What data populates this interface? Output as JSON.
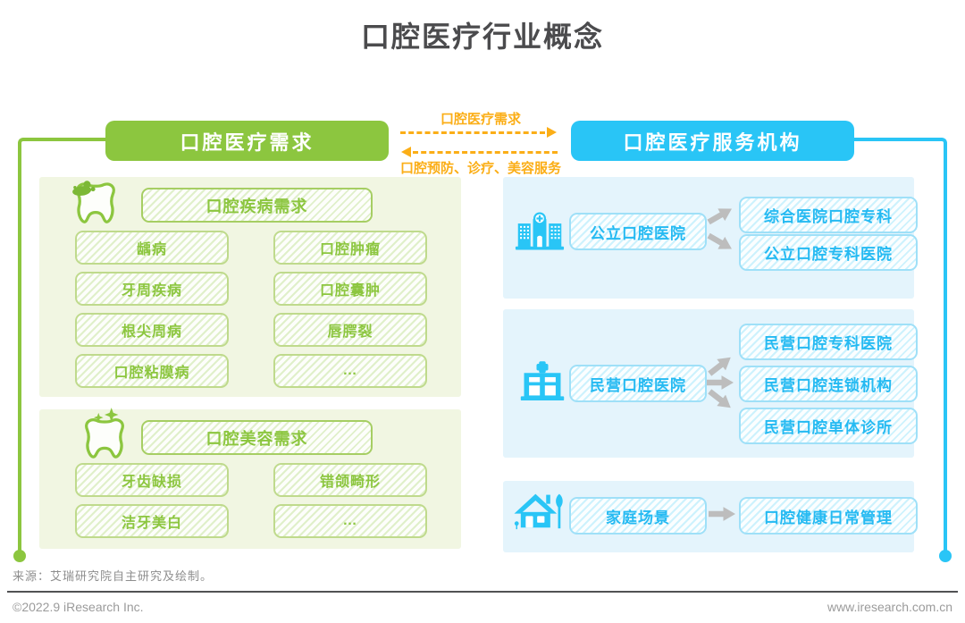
{
  "title": "口腔医疗行业概念",
  "flow": {
    "left_header": "口腔医疗需求",
    "right_header": "口腔医疗服务机构",
    "arrow_top_label": "口腔医疗需求",
    "arrow_bottom_label": "口腔预防、诊疗、美容服务"
  },
  "demand_sections": [
    {
      "title": "口腔疾病需求",
      "icon": "tooth-decay-icon",
      "items": [
        "龋病",
        "口腔肿瘤",
        "牙周疾病",
        "口腔囊肿",
        "根尖周病",
        "唇腭裂",
        "口腔粘膜病",
        "…"
      ]
    },
    {
      "title": "口腔美容需求",
      "icon": "tooth-sparkle-icon",
      "items": [
        "牙齿缺损",
        "错颌畸形",
        "洁牙美白",
        "…"
      ]
    }
  ],
  "provider_sections": [
    {
      "source": "公立口腔医院",
      "icon": "public-hospital-icon",
      "targets": [
        "综合医院口腔专科",
        "公立口腔专科医院"
      ]
    },
    {
      "source": "民营口腔医院",
      "icon": "private-hospital-icon",
      "targets": [
        "民营口腔专科医院",
        "民营口腔连锁机构",
        "民营口腔单体诊所"
      ]
    },
    {
      "source": "家庭场景",
      "icon": "home-icon",
      "targets": [
        "口腔健康日常管理"
      ]
    }
  ],
  "footer": {
    "source_note": "来源：艾瑞研究院自主研究及绘制。",
    "copyright": "©2022.9 iResearch Inc.",
    "website": "www.iresearch.com.cn"
  },
  "colors": {
    "green": "#8CC63F",
    "green_bg": "#F1F6E2",
    "blue": "#29C5F6",
    "blue_bg": "#E4F4FC",
    "orange": "#FBAE17",
    "arrow_gray": "#BDBDBD",
    "title_gray": "#4B4B4D"
  }
}
